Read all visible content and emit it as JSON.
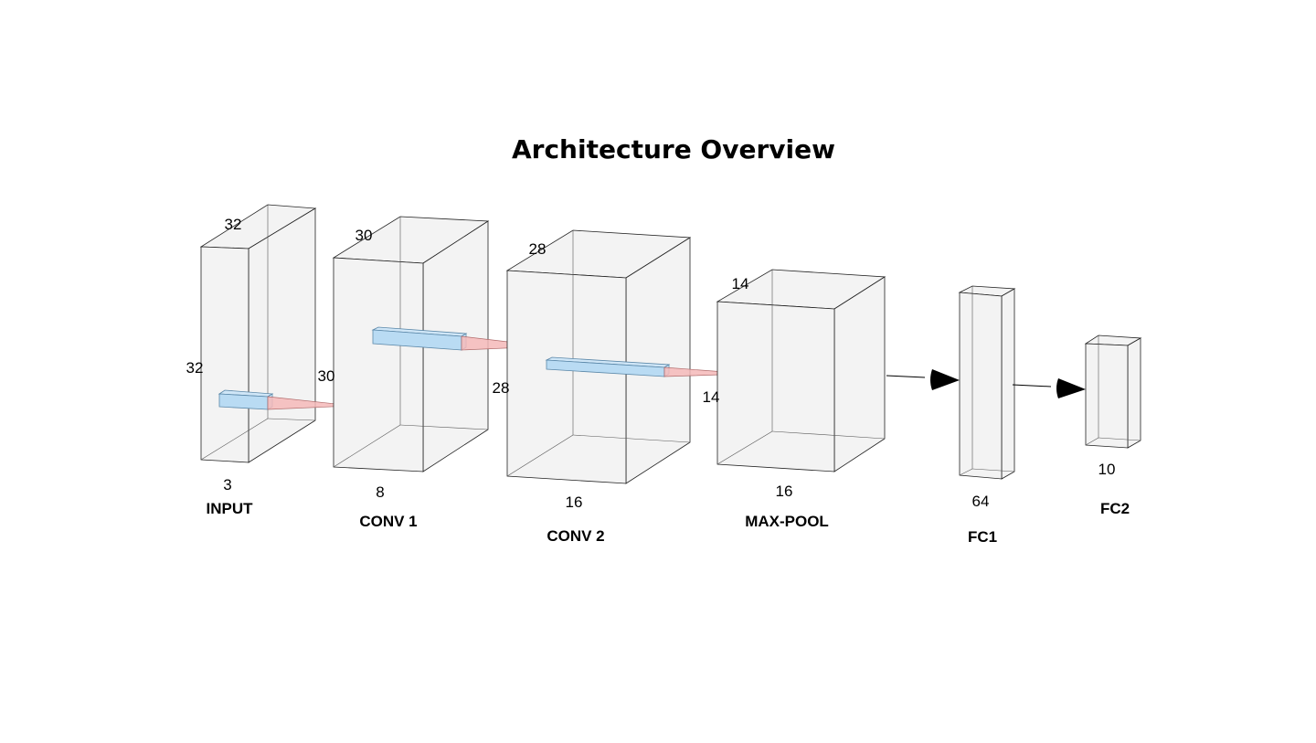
{
  "title": "Architecture Overview",
  "layers": [
    {
      "label": "INPUT",
      "depth": "3",
      "height": "32",
      "width": "32"
    },
    {
      "label": "CONV 1",
      "depth": "8",
      "height": "30",
      "width": "30"
    },
    {
      "label": "CONV 2",
      "depth": "16",
      "height": "28",
      "width": "28"
    },
    {
      "label": "MAX-POOL",
      "depth": "16",
      "height": "14",
      "width": "14"
    },
    {
      "label": "FC1",
      "depth": "64"
    },
    {
      "label": "FC2",
      "depth": "10"
    }
  ]
}
